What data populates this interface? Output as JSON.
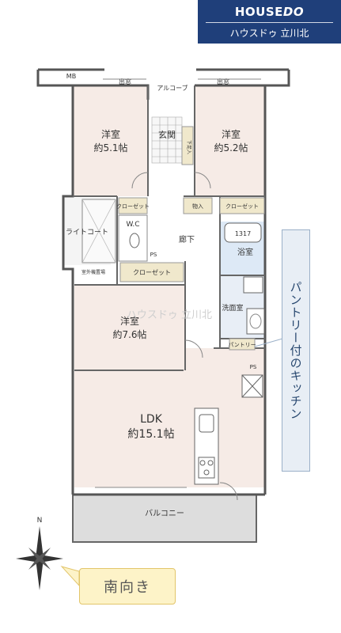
{
  "logo": {
    "brand": "HOUSE",
    "brand_accent": "DO",
    "store": "ハウスドゥ 立川北"
  },
  "rooms": {
    "western1": {
      "name": "洋室",
      "size": "約5.1帖"
    },
    "western2": {
      "name": "洋室",
      "size": "約5.2帖"
    },
    "western3": {
      "name": "洋室",
      "size": "約7.6帖"
    },
    "ldk": {
      "name": "LDK",
      "size": "約15.1帖"
    },
    "entrance": "玄関",
    "hall": "廊下",
    "bath": "浴室",
    "washroom": "洗面室",
    "wc": "W.C",
    "balcony": "バルコニー"
  },
  "labels": {
    "mb": "MB",
    "window1": "出窓",
    "window2": "出窓",
    "alcove": "アルコーブ",
    "closet1": "クローゼット",
    "closet2": "クローゼット",
    "closet3": "クローゼット",
    "storage": "物入",
    "shoes": "下足入",
    "light_court": "ライトコート",
    "outdoor_unit": "室外機置場",
    "ps1": "PS",
    "ps2": "PS",
    "pantry": "パントリー",
    "bath_size": "1317",
    "watermark": "ハウスドゥ 立川北"
  },
  "compass": {
    "north": "N"
  },
  "callout": "パントリー付のキッチン",
  "orientation": "南向き",
  "colors": {
    "room": "#f6ebe6",
    "wall": "#555555",
    "brand": "#1f3f7a",
    "callout_bg": "#e8eef5",
    "badge_bg": "#fdf3c8"
  }
}
